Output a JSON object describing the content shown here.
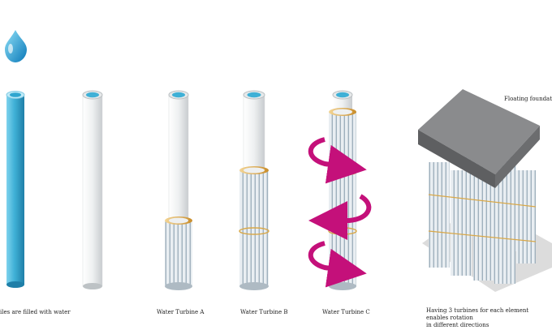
{
  "labels": {
    "step1": "iles are filled with water",
    "turbine_a": "Water Turbine A",
    "turbine_b": "Water Turbine B",
    "turbine_c": "Water Turbine C",
    "foundation": "Floating foundation",
    "rotation_line1": "Having 3 turbines for each element enables rotation",
    "rotation_line2": "in different directions"
  },
  "colors": {
    "water": "#3fb0d6",
    "pile": "#f2f3f3",
    "ring_gold": "#e0b35a",
    "arrow": "#c4107a",
    "foundation_top": "#7b7c7e",
    "turbine_fin": "#c7d3dc"
  },
  "icons": [
    "water-drop-icon",
    "rotation-arrow-icon"
  ]
}
